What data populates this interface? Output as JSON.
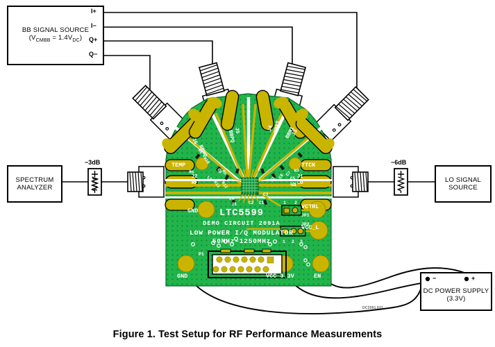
{
  "figure": {
    "caption": "Figure 1. Test Setup for RF Performance Measurements",
    "doc_id": "DC2091 F01"
  },
  "blocks": {
    "bb_source": {
      "line1": "BB SIGNAL SOURCE",
      "line2_pre": "(V",
      "line2_sub": "CMBB",
      "line2_mid": " = 1.4V",
      "line2_sub2": "DC",
      "line2_post": ")",
      "pins": [
        "I+",
        "I−",
        "Q+",
        "Q−"
      ]
    },
    "spectrum_analyzer": {
      "line1": "SPECTRUM",
      "line2": "ANALYZER"
    },
    "lo_source": {
      "line1": "LO SIGNAL",
      "line2": "SOURCE"
    },
    "dc_supply": {
      "line1": "DC POWER SUPPLY",
      "line2": "(3.3V)",
      "minus": "−",
      "plus": "+"
    }
  },
  "attenuators": {
    "rf_path": "−3dB",
    "lo_path": "−6dB"
  },
  "pcb": {
    "part": "LTC5599",
    "demo_circuit": "DEMO CIRCUIT 2091A",
    "function": "LOW POWER I/Q MODULATOR",
    "freq_range": "50MHz–1250MHz",
    "pads": [
      {
        "name": "TEMP"
      },
      {
        "name": "GND"
      },
      {
        "name": "TTCK"
      },
      {
        "name": "VCTRL"
      },
      {
        "name": "VCC_L"
      },
      {
        "name": "GND"
      },
      {
        "name": "VCC 3.3V"
      },
      {
        "name": "EN"
      }
    ],
    "connectors": [
      {
        "ref": "J2",
        "label": "RF"
      },
      {
        "ref": "J1",
        "label": "LO"
      },
      {
        "ref": "J6",
        "label": "BBMQ"
      },
      {
        "ref": "J5",
        "label": "BBPQ"
      },
      {
        "ref": "J4",
        "label": "BBPI"
      },
      {
        "ref": "J3",
        "label": "BBMI"
      }
    ],
    "jumpers": [
      {
        "ref": "JP1",
        "pins": [
          "1",
          "2"
        ]
      },
      {
        "ref": "JP2",
        "pins": [
          "1",
          "2",
          "3"
        ]
      }
    ],
    "header": "P1",
    "designators": [
      "R5",
      "R6",
      "R8",
      "R10",
      "R11",
      "R12",
      "R1",
      "R2",
      "R3",
      "C1",
      "C2",
      "C3",
      "C4",
      "C5",
      "C6",
      "C7",
      "C8",
      "C9",
      "L1",
      "U1"
    ]
  },
  "colors": {
    "pcb_green": "#21b44b",
    "pcb_gold": "#c9b400",
    "pcb_silk": "#ffffff",
    "wire": "#000000"
  }
}
